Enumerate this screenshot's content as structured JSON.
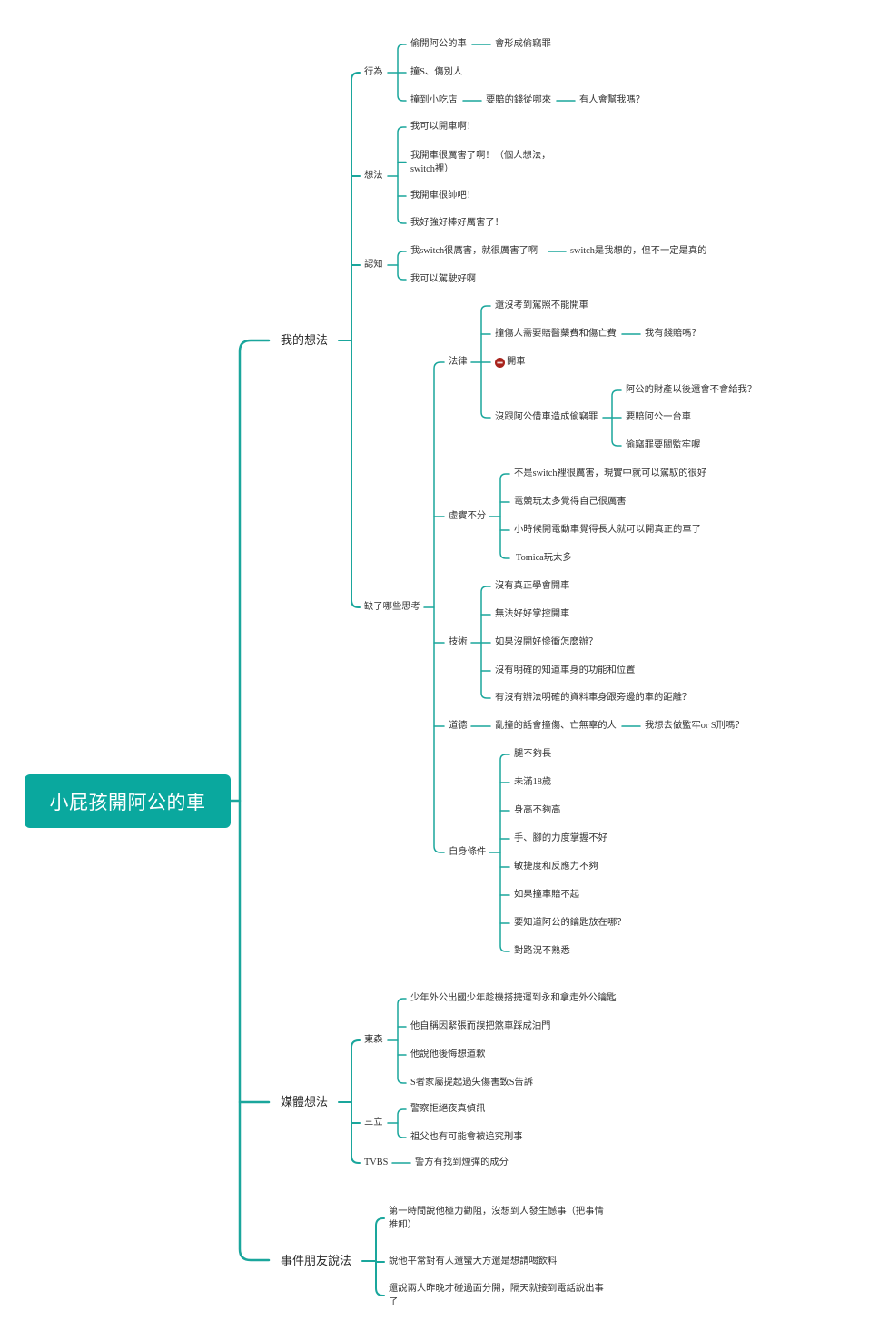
{
  "title": "小屁孩開阿公的車",
  "colors": {
    "accent": "#0aa89e",
    "line": "#1aa69c",
    "text": "#333333",
    "root_text": "#ffffff",
    "icon": "#a8231c"
  },
  "mine": {
    "label": "我的想法",
    "behavior": {
      "label": "行為",
      "items": [
        {
          "text": "偷開阿公的車",
          "then": [
            "會形成偷竊罪"
          ]
        },
        {
          "text": "撞S、傷別人"
        },
        {
          "text": "撞到小吃店",
          "then": [
            "要賠的錢從哪來",
            "有人會幫我嗎？"
          ]
        }
      ]
    },
    "thinking": {
      "label": "想法",
      "items": [
        {
          "text": "我可以開車啊！"
        },
        {
          "lines": [
            "我開車很厲害了啊！（個人想法，",
            "switch裡）"
          ]
        },
        {
          "text": "我開車很帥吧！"
        },
        {
          "text": "我好強好棒好厲害了！"
        }
      ]
    },
    "cognition": {
      "label": "認知",
      "items": [
        {
          "text": "我switch很厲害，就很厲害了啊",
          "then": [
            "switch是我想的，但不一定是真的"
          ]
        },
        {
          "text": "我可以駕駛好啊"
        }
      ]
    },
    "missing": {
      "label": "缺了哪些思考",
      "law": {
        "label": "法律",
        "items": [
          {
            "text": "還沒考到駕照不能開車"
          },
          {
            "text": "撞傷人需要賠醫藥費和傷亡費",
            "then": [
              "我有錢賠嗎？"
            ]
          },
          {
            "text": "開車",
            "icon": "prohibited-icon"
          },
          {
            "text": "沒跟阿公借車造成偷竊罪",
            "items": [
              "阿公的財產以後還會不會給我？",
              "要賠阿公一台車",
              "偷竊罪要關監牢喔"
            ]
          }
        ]
      },
      "reality": {
        "label": "虛實不分",
        "items": [
          "不是switch裡很厲害，現實中就可以駕馭的很好",
          "電競玩太多覺得自己很厲害",
          "小時候開電動車覺得長大就可以開真正的車了",
          "Tomica玩太多"
        ]
      },
      "skill": {
        "label": "技術",
        "items": [
          "沒有真正學會開車",
          "無法好好掌控開車",
          "如果沒開好慘衝怎麼辦？",
          "沒有明確的知道車身的功能和位置",
          "有沒有辦法明確的資料車身跟旁邊的車的距離？"
        ]
      },
      "morality": {
        "label": "道德",
        "items": [
          {
            "text": "亂撞的話會撞傷、亡無辜的人",
            "then": [
              "我想去做監牢or S刑嗎？"
            ]
          }
        ]
      },
      "self": {
        "label": "自身條件",
        "items": [
          "腿不夠長",
          "未滿18歲",
          "身高不夠高",
          "手、腳的力度掌握不好",
          "敏捷度和反應力不夠",
          "如果撞車賠不起",
          "要知道阿公的鑰匙放在哪？",
          "對路況不熟悉"
        ]
      }
    }
  },
  "media": {
    "label": "媒體想法",
    "ebc": {
      "label": "東森",
      "items": [
        "少年外公出國少年趁機搭捷運到永和拿走外公鑰匙",
        "他自稱因緊張而誤把煞車踩成油門",
        "他說他後悔想道歉",
        "S者家屬提起過失傷害致S告訴"
      ]
    },
    "setn": {
      "label": "三立",
      "items": [
        "警察拒絕夜真偵訊",
        "祖父也有可能會被追究刑事"
      ]
    },
    "tvbs": {
      "label": "TVBS",
      "items": [
        "警方有找到煙彈的成分"
      ]
    }
  },
  "friends": {
    "label": "事件朋友說法",
    "items": [
      {
        "lines": [
          "第一時間說他極力勸阻，沒想到人發生憾事（把事情",
          "推卸）"
        ]
      },
      {
        "text": "說他平常對有人還蠻大方還是想請喝飲料"
      },
      {
        "lines": [
          "還說兩人昨晚才碰過面分開，隔天就接到電話說出事",
          "了"
        ]
      }
    ]
  }
}
